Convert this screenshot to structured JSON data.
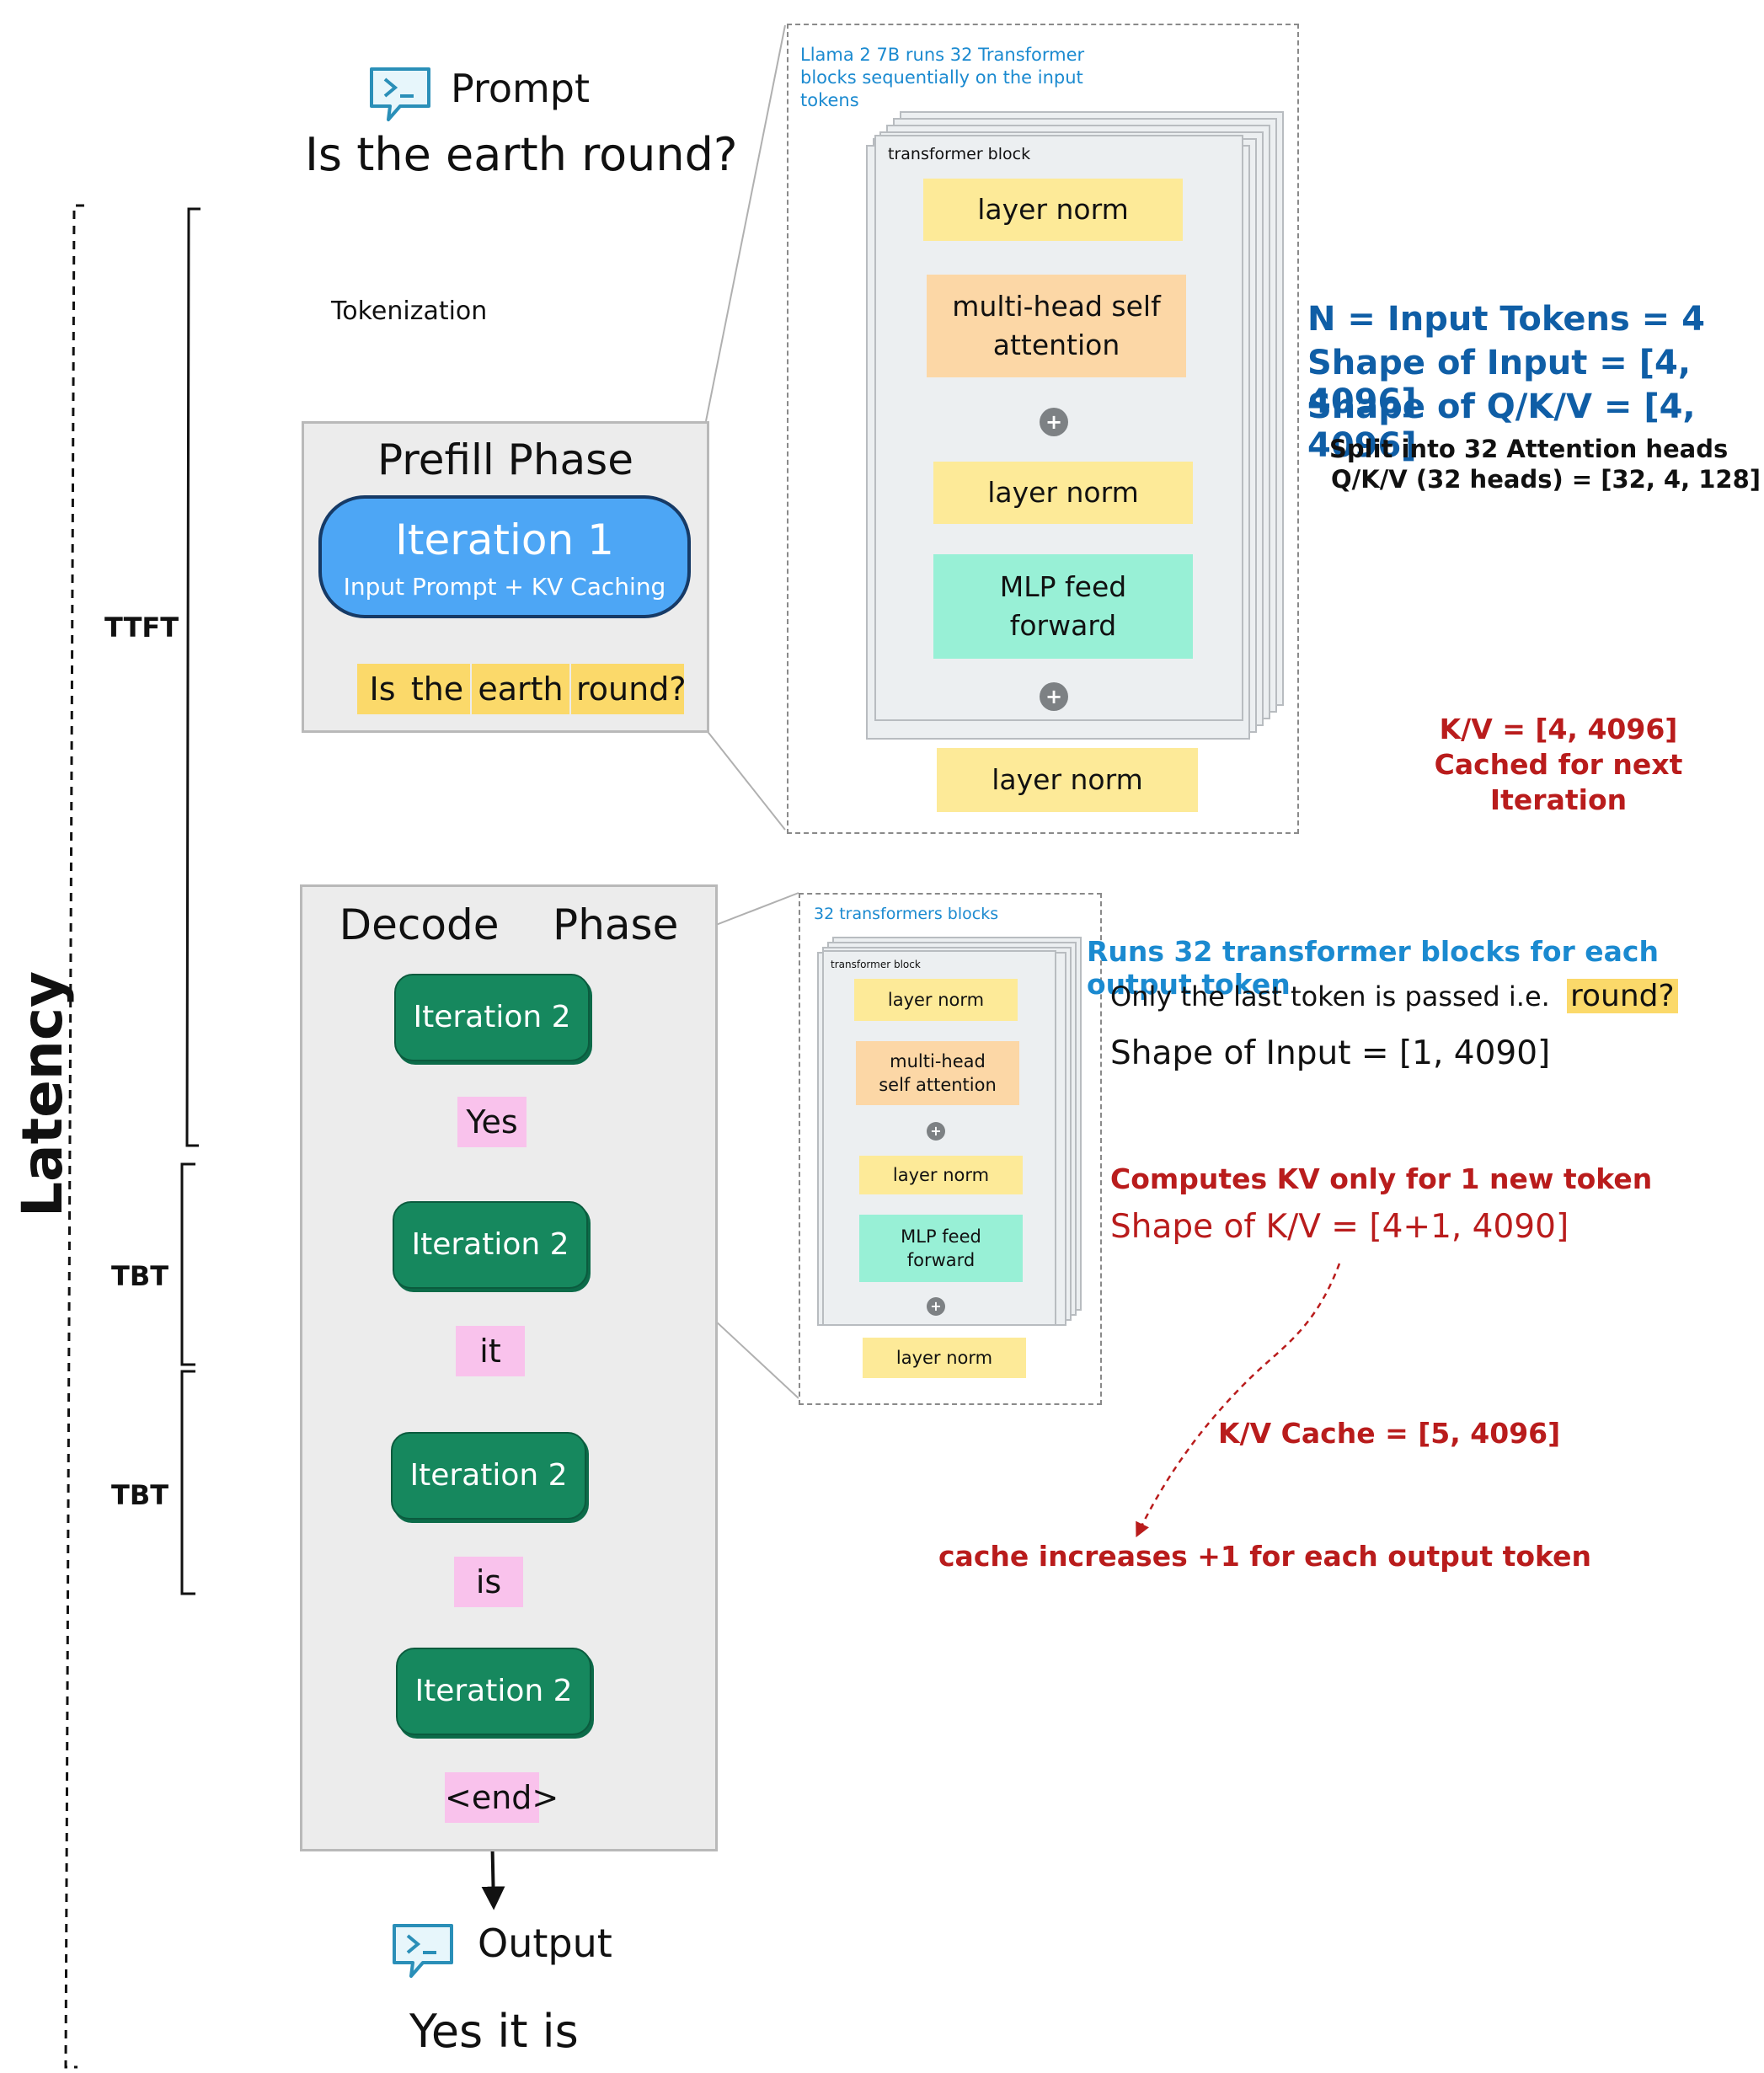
{
  "prompt": {
    "title": "Prompt",
    "text": "Is the earth round?"
  },
  "tokenization_label": "Tokenization",
  "latency_label": "Latency",
  "ttft_label": "TTFT",
  "tbt_labels": [
    "TBT",
    "TBT"
  ],
  "prefill": {
    "title": "Prefill Phase",
    "iteration_title": "Iteration 1",
    "iteration_subtitle": "Input Prompt + KV Caching",
    "tokens": [
      "Is",
      "the",
      "earth",
      "round?"
    ]
  },
  "decode": {
    "title": "Decode    Phase",
    "iterations": [
      "Iteration 2",
      "Iteration 2",
      "Iteration 2",
      "Iteration 2"
    ],
    "output_tokens": [
      "Yes",
      "it",
      "is",
      "<end>"
    ]
  },
  "output": {
    "title": "Output",
    "text": "Yes it is"
  },
  "transformer_large": {
    "caption": "Llama 2 7B runs 32 Transformer blocks sequentially on the input tokens",
    "block_label": "transformer block",
    "layer_norm_1": "layer norm",
    "attention": "multi-head self attention",
    "layer_norm_2": "layer norm",
    "mlp": "MLP feed forward",
    "layer_norm_final": "layer norm",
    "plus": "+"
  },
  "transformer_small": {
    "caption": "32 transformers blocks",
    "block_label": "transformer block",
    "layer_norm_1": "layer norm",
    "attention": "multi-head self attention",
    "layer_norm_2": "layer norm",
    "mlp": "MLP feed forward",
    "layer_norm_final": "layer norm",
    "plus": "+"
  },
  "prefill_annotations": {
    "line1": "N = Input Tokens = 4",
    "line2": "Shape of Input = [4, 4096]",
    "line3": "Shape of Q/K/V = [4, 4096]",
    "line4": "Split into 32 Attention heads",
    "line5": "Q/K/V (32 heads) = [32, 4, 128]"
  },
  "kv_cached": {
    "line1": "K/V = [4, 4096]",
    "line2": "Cached for next",
    "line3": "Iteration"
  },
  "decode_annotations": {
    "runs": "Runs 32 transformer blocks for each output token",
    "only_last": "Only the last token is passed i.e.",
    "last_token": "round?",
    "input_shape": "Shape of Input = [1, 4090]",
    "computes": "Computes KV only for 1 new token",
    "kv_shape": "Shape of K/V = [4+1, 4090]",
    "kv_cache": "K/V Cache = [5, 4096]",
    "cache_increase": "cache increases +1 for each output token"
  },
  "colors": {
    "blue_annotation": "#0f5ea6",
    "light_blue_annotation": "#1b8ad0",
    "red_annotation": "#b91c1c",
    "iteration1_fill": "#4da6f5",
    "iteration2_fill": "#16885e",
    "token_yellow": "#fbd96a",
    "token_pink": "#f9c2ec"
  }
}
